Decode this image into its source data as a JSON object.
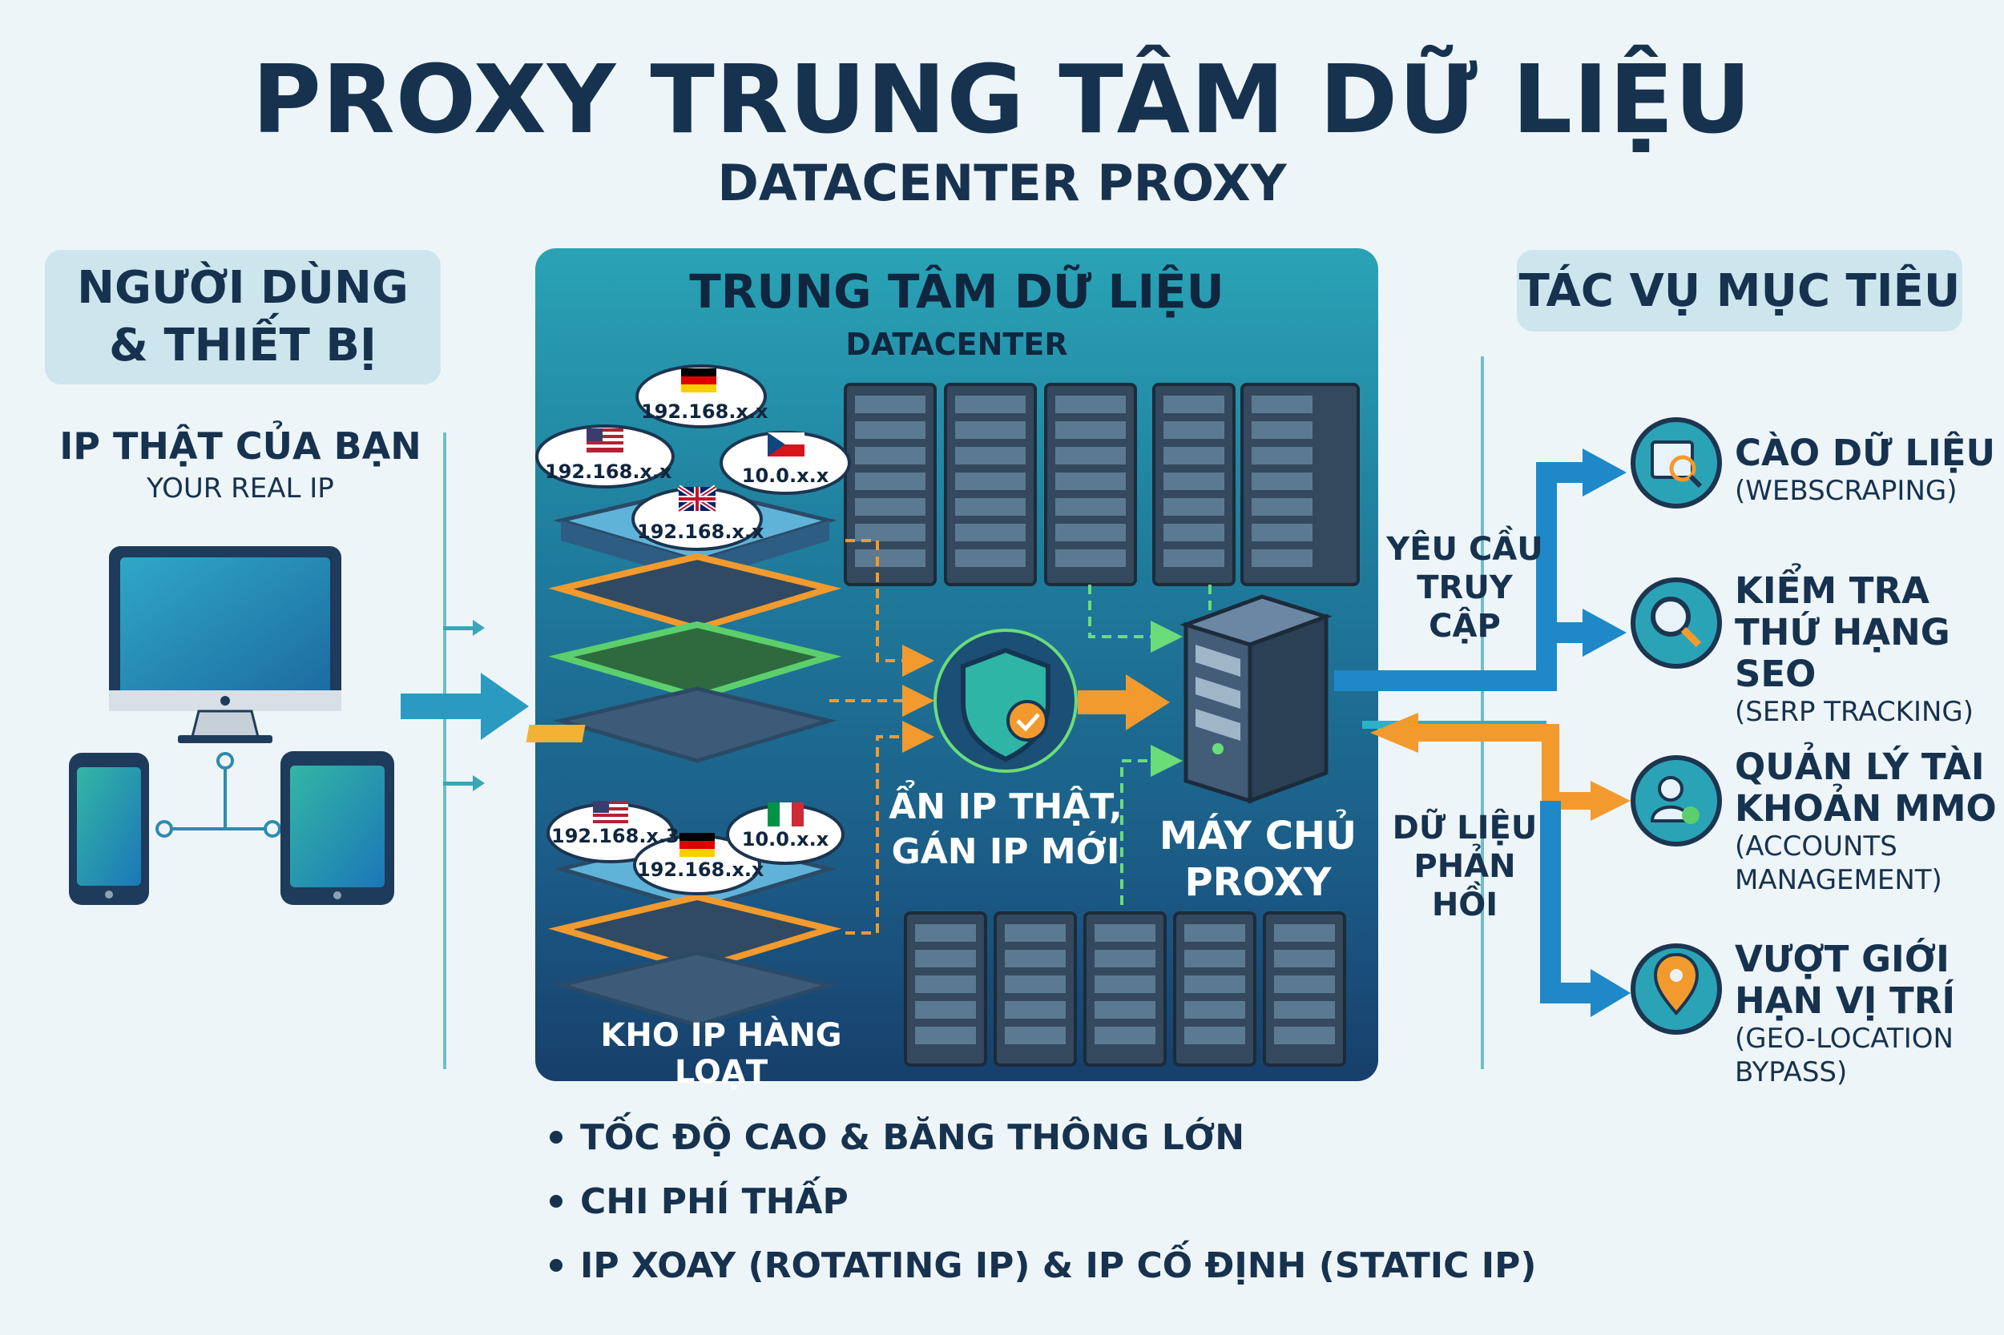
{
  "title": "PROXY TRUNG TÂM DỮ LIỆU",
  "subtitle": "DATACENTER PROXY",
  "users": {
    "heading_line1": "NGƯỜI DÙNG",
    "heading_line2": "& THIẾT BỊ",
    "real_ip": "IP THẬT CỦA BẠN",
    "real_ip_en": "YOUR REAL IP"
  },
  "datacenter": {
    "heading": "TRUNG TÂM DỮ LIỆU",
    "heading_en": "DATACENTER",
    "clouds_top": [
      {
        "flag": "germany",
        "ip": "192.168.x.x"
      },
      {
        "flag": "usa",
        "ip": "192.168.x.x"
      },
      {
        "flag": "czech",
        "ip": "10.0.x.x"
      },
      {
        "flag": "uk",
        "ip": "192.168.x.x"
      }
    ],
    "clouds_bottom": [
      {
        "flag": "usa",
        "ip": "192.168.x.3"
      },
      {
        "flag": "germany",
        "ip": "192.168.x.x"
      },
      {
        "flag": "italy",
        "ip": "10.0.x.x"
      }
    ],
    "shield_label_line1": "ẨN IP THẬT,",
    "shield_label_line2": "GÁN IP MỚI",
    "proxy_label_line1": "MÁY CHỦ",
    "proxy_label_line2": "PROXY",
    "pool_label": "KHO IP HÀNG LOẠT"
  },
  "flow": {
    "request_line1": "YÊU CẦU",
    "request_line2": "TRUY CẬP",
    "response_line1": "DỮ LIỆU",
    "response_line2": "PHẢN HỒI"
  },
  "targets": {
    "heading": "TÁC VỤ MỤC TIÊU",
    "items": [
      {
        "icon": "webpage-magnifier-icon",
        "title_lines": [
          "CÀO DỮ LIỆU"
        ],
        "sub_lines": [
          "(WEBSCRAPING)"
        ]
      },
      {
        "icon": "magnifier-icon",
        "title_lines": [
          "KIỂM TRA",
          "THỨ HẠNG SEO"
        ],
        "sub_lines": [
          "(SERP TRACKING)"
        ]
      },
      {
        "icon": "user-check-icon",
        "title_lines": [
          "QUẢN LÝ TÀI",
          "KHOẢN MMO"
        ],
        "sub_lines": [
          "(ACCOUNTS",
          "MANAGEMENT)"
        ]
      },
      {
        "icon": "location-pin-icon",
        "title_lines": [
          "VƯỢT GIỚI",
          "HẠN VỊ TRÍ"
        ],
        "sub_lines": [
          "(GEO-LOCATION",
          "BYPASS)"
        ]
      }
    ]
  },
  "features": [
    "TỐC ĐỘ CAO  &  BĂNG THÔNG LỚN",
    "CHI PHÍ THẤP",
    "IP XOAY (ROTATING IP)  &  IP CỐ ĐỊNH (STATIC IP)"
  ],
  "colors": {
    "navy": "#16324f",
    "teal": "#2aa3b6",
    "orange": "#f39a2e",
    "green": "#5ccf6d",
    "blue_arrow": "#1e88c8"
  }
}
